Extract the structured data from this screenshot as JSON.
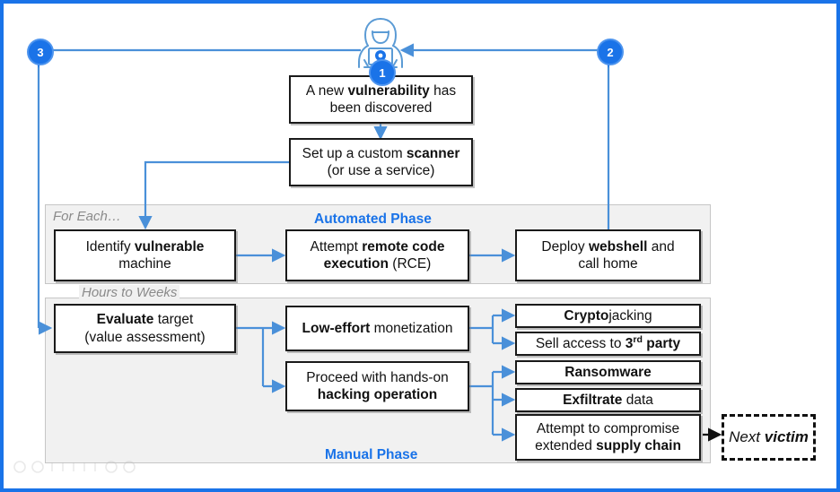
{
  "diagram": {
    "title": "Attack lifecycle flow",
    "frame_color": "#1a73e8",
    "accent_color": "#1a73e8",
    "connector_color": "#4a90d9",
    "panel_bg": "#f1f1f1"
  },
  "markers": [
    {
      "id": "marker-1",
      "label": "1"
    },
    {
      "id": "marker-2",
      "label": "2"
    },
    {
      "id": "marker-3",
      "label": "3"
    }
  ],
  "actor": {
    "name": "hacker-icon",
    "description": "hooded attacker at laptop"
  },
  "top_boxes": [
    {
      "name": "vulnerability-discovered-box",
      "line1_pre": "A new ",
      "line1_bold": "vulnerability",
      "line1_post": " has",
      "line2": "been discovered"
    },
    {
      "name": "custom-scanner-box",
      "line1_pre": "Set up a custom ",
      "line1_bold": "scanner",
      "line1_post": "",
      "line2": "(or use a service)"
    }
  ],
  "automated_phase": {
    "label": "Automated Phase",
    "note": "For Each…",
    "boxes": [
      {
        "name": "identify-vulnerable-machine-box",
        "line1_pre": "Identify ",
        "line1_bold": "vulnerable",
        "line1_post": "",
        "line2": "machine"
      },
      {
        "name": "attempt-rce-box",
        "line1_pre": "Attempt ",
        "line1_bold": "remote code",
        "line1_post": "",
        "line2_bold": "execution",
        "line2_post": " (RCE)"
      },
      {
        "name": "deploy-webshell-box",
        "line1_pre": "Deploy ",
        "line1_bold": "webshell",
        "line1_post": " and",
        "line2": "call home"
      }
    ]
  },
  "manual_phase": {
    "label": "Manual Phase",
    "note": "Hours to Weeks",
    "evaluate_box": {
      "name": "evaluate-target-box",
      "line1_bold": "Evaluate",
      "line1_post": " target",
      "line2": "(value assessment)"
    },
    "branch_boxes": [
      {
        "name": "low-effort-monetization-box",
        "line1_bold": "Low-effort",
        "line1_post": " monetization"
      },
      {
        "name": "hands-on-hacking-box",
        "line1": "Proceed with hands-on",
        "line2_bold": "hacking operation"
      }
    ],
    "outcome_boxes": [
      {
        "name": "cryptojacking-box",
        "bold": "Crypto",
        "rest": "jacking"
      },
      {
        "name": "sell-access-box",
        "pre": "Sell access to ",
        "bold": "3",
        "sup": "rd",
        "post": " party"
      },
      {
        "name": "ransomware-box",
        "bold": "Ransomware",
        "rest": ""
      },
      {
        "name": "exfiltrate-data-box",
        "bold": "Exfiltrate",
        "rest": " data"
      },
      {
        "name": "supply-chain-box",
        "line1": "Attempt to compromise",
        "line2_pre": "extended ",
        "line2_bold": "supply chain"
      }
    ],
    "next_victim": {
      "name": "next-victim-box",
      "pre": "Next ",
      "bold": "victim"
    }
  }
}
